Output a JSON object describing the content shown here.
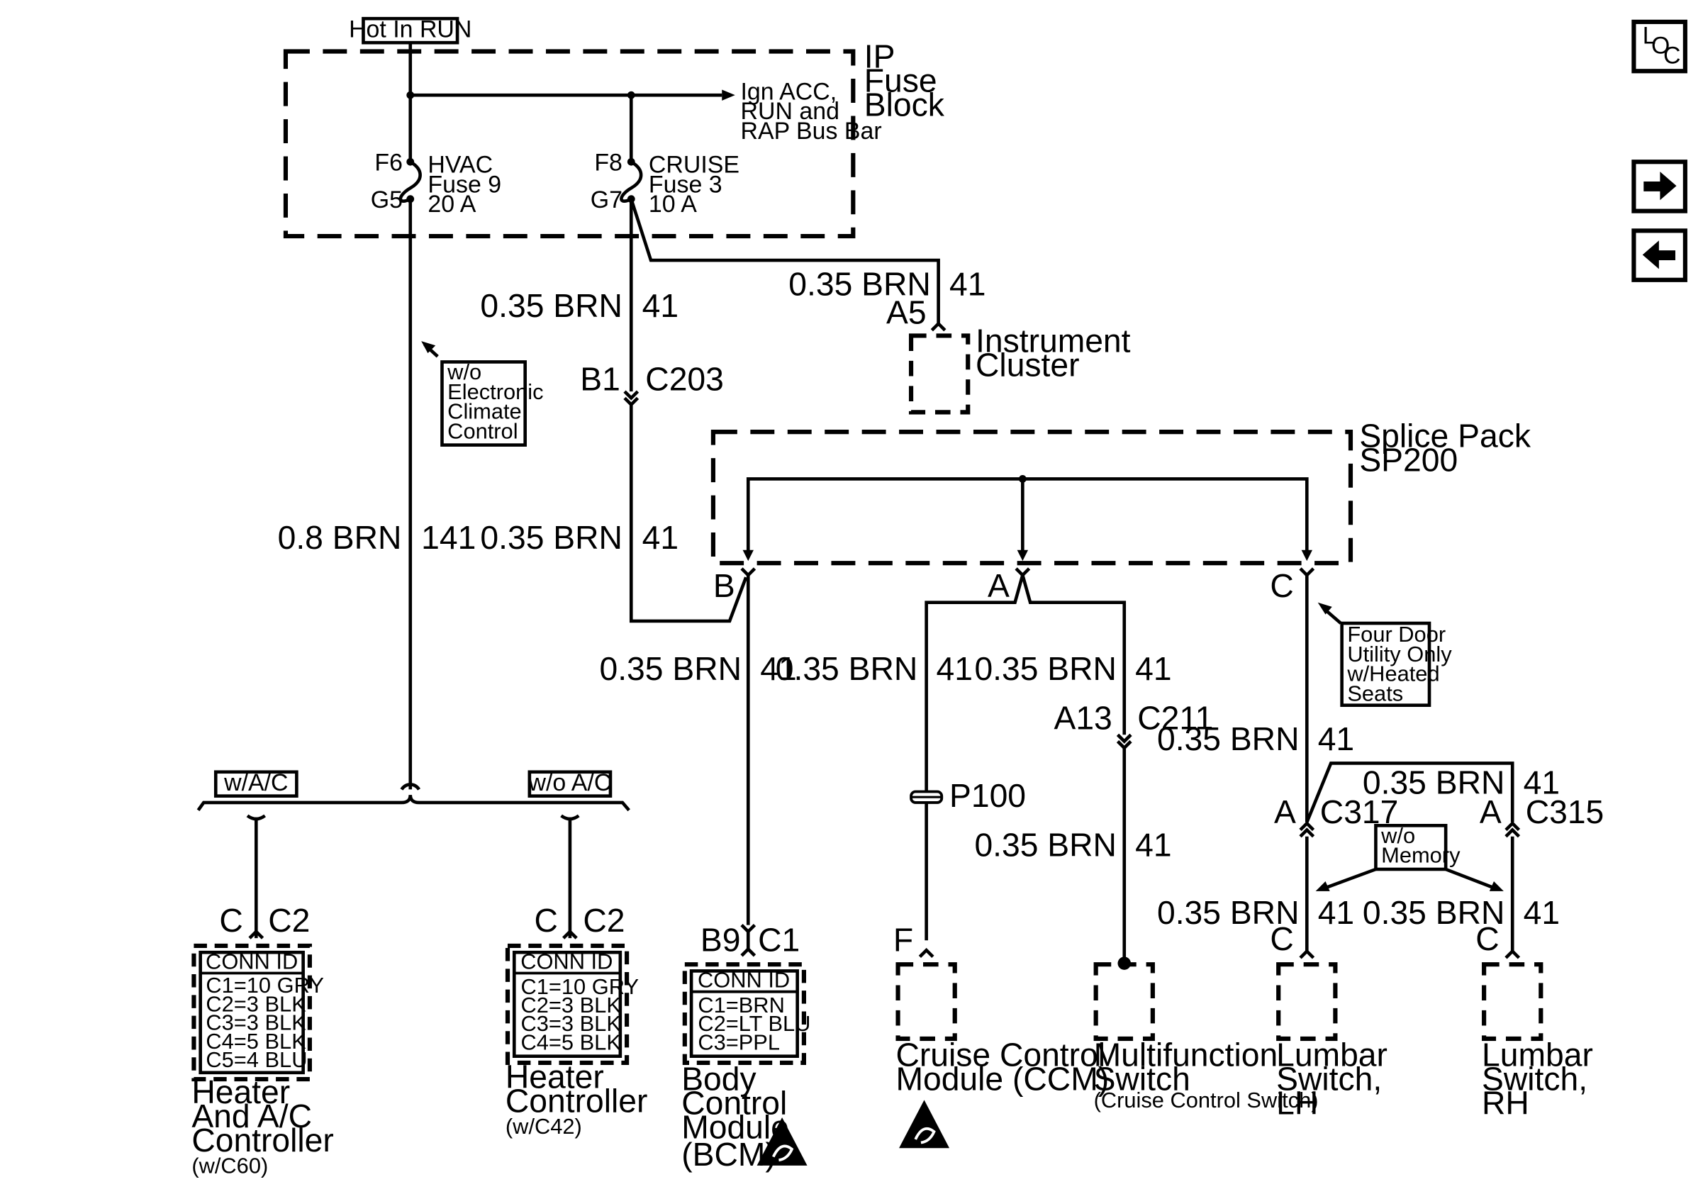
{
  "power_label": "Hot In RUN",
  "fuse_block": {
    "title_1": "IP",
    "title_2": "Fuse",
    "title_3": "Block",
    "busbar_1": "Ign ACC,",
    "busbar_2": "RUN and",
    "busbar_3": "RAP Bus Bar",
    "fuse_hvac": {
      "in_pin": "F6",
      "out_pin": "G5",
      "name": "HVAC",
      "fuse": "Fuse 9",
      "rating": "20 A"
    },
    "fuse_cruise": {
      "in_pin": "F8",
      "out_pin": "G7",
      "name": "CRUISE",
      "fuse": "Fuse 3",
      "rating": "10 A"
    }
  },
  "wires": {
    "w141": "0.8 BRN",
    "c141": "141",
    "w41": "0.35 BRN",
    "c41": "41"
  },
  "note_no_ecc": [
    "w/o",
    "Electronic",
    "Climate",
    "Control"
  ],
  "note_four_door": [
    "Four Door",
    "Utility Only",
    "w/Heated",
    "Seats"
  ],
  "note_no_memory": [
    "w/o",
    "Memory"
  ],
  "options": {
    "with_ac": "w/A/C",
    "without_ac": "w/o A/C"
  },
  "connectors": {
    "c203": {
      "pin": "B1",
      "name": "C203"
    },
    "c211": {
      "pin": "A13",
      "name": "C211"
    },
    "c317": {
      "pin": "A",
      "name": "C317"
    },
    "c315": {
      "pin": "A",
      "name": "C315"
    },
    "cluster_pin": "A5",
    "p100": "P100"
  },
  "splice_pack": {
    "title_1": "Splice Pack",
    "title_2": "SP200",
    "pin_b": "B",
    "pin_a": "A",
    "pin_c": "C"
  },
  "instrument_cluster": {
    "line1": "Instrument",
    "line2": "Cluster"
  },
  "components": {
    "heater_ac": {
      "pin": "C",
      "conn": "C2",
      "conn_id_title": "CONN ID",
      "conn_ids": [
        "C1=10 GRY",
        "C2=3 BLK",
        "C3=3 BLK",
        "C4=5 BLK",
        "C5=4 BLU"
      ],
      "name": [
        "Heater",
        "And A/C",
        "Controller"
      ],
      "note": "(w/C60)"
    },
    "heater": {
      "pin": "C",
      "conn": "C2",
      "conn_id_title": "CONN ID",
      "conn_ids": [
        "C1=10 GRY",
        "C2=3 BLK",
        "C3=3 BLK",
        "C4=5 BLK"
      ],
      "name": [
        "Heater",
        "Controller"
      ],
      "note": "(w/C42)"
    },
    "bcm": {
      "pin": "B9",
      "conn": "C1",
      "conn_id_title": "CONN ID",
      "conn_ids": [
        "C1=BRN",
        "C2=LT BLU",
        "C3=PPL"
      ],
      "name": [
        "Body",
        "Control",
        "Module",
        "(BCM)"
      ]
    },
    "ccm": {
      "pin": "F",
      "name": [
        "Cruise Control",
        "Module (CCM)"
      ]
    },
    "multifunction": {
      "name": [
        "Multifunction",
        "Switch"
      ],
      "note": "(Cruise Control Switch)"
    },
    "lumbar_lh": {
      "pin": "C",
      "name": [
        "Lumbar",
        "Switch,",
        "LH"
      ]
    },
    "lumbar_rh": {
      "pin": "C",
      "name": [
        "Lumbar",
        "Switch,",
        "RH"
      ]
    }
  },
  "nav": {
    "loc_l": "L",
    "loc_o": "O",
    "loc_c": "C",
    "next_icon": "arrow-right-icon",
    "prev_icon": "arrow-left-icon"
  }
}
